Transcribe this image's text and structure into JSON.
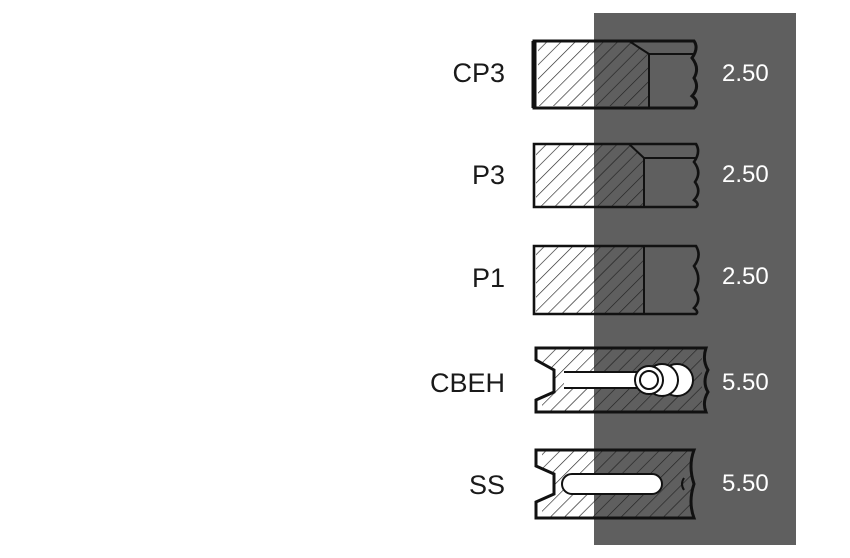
{
  "rings": [
    {
      "id": "cp3",
      "label": "CP3",
      "value": "2.50"
    },
    {
      "id": "p3",
      "label": "P3",
      "value": "2.50"
    },
    {
      "id": "p1",
      "label": "P1",
      "value": "2.50"
    },
    {
      "id": "cbeh",
      "label": "CBEH",
      "value": "5.50"
    },
    {
      "id": "ss",
      "label": "SS",
      "value": "5.50"
    }
  ],
  "colors": {
    "panel": "#5f5f5f",
    "label": "#1a1a1a",
    "value": "#ffffff",
    "hatch": "#222222"
  }
}
